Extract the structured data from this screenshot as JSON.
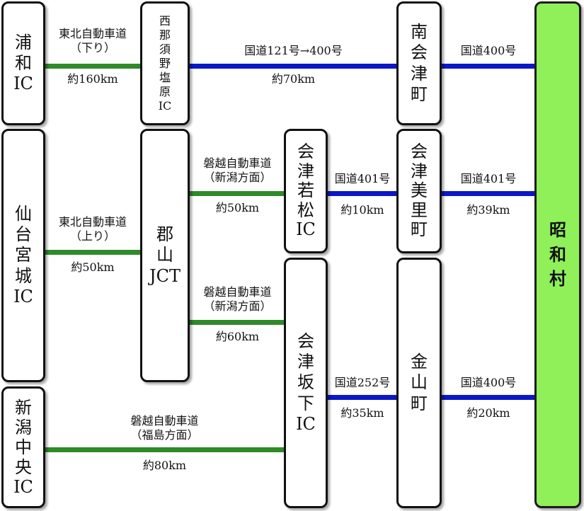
{
  "nodes": {
    "urawa": "浦\n和\nIC",
    "sendai": "仙\n台\n宮\n城\nIC",
    "niigata": "新\n潟\n中\n央\nIC",
    "nishinasuno": "西\n那\n須\n野\n塩\n原\nIC",
    "koriyama": "郡\n山\nJCT",
    "wakamatsu": "会\n津\n若\n松\nIC",
    "sakashita": "会\n津\n坂\n下\nIC",
    "minamiaizu": "南\n会\n津\n町",
    "misato": "会\n津\n美\n里\n町",
    "kaneyama": "金\n山\n町",
    "showa": "昭\n和\n村"
  },
  "routes": {
    "urawa_nishinasuno": {
      "road": "東北自動車道\n（下り）",
      "dist": "約160km",
      "color": "#2f8a2a"
    },
    "nishinasuno_minamiaizu": {
      "road": "国道121号→400号",
      "dist": "約70km",
      "color": "#0a18c8"
    },
    "minamiaizu_showa": {
      "road": "国道400号",
      "color": "#0a18c8"
    },
    "sendai_koriyama": {
      "road": "東北自動車道\n（上り）",
      "dist": "約50km",
      "color": "#2f8a2a"
    },
    "koriyama_wakamatsu": {
      "road": "磐越自動車道\n（新潟方面）",
      "dist": "約50km",
      "color": "#2f8a2a"
    },
    "koriyama_sakashita": {
      "road": "磐越自動車道\n（新潟方面）",
      "dist": "約60km",
      "color": "#2f8a2a"
    },
    "wakamatsu_misato": {
      "road": "国道401号",
      "dist": "約10km",
      "color": "#0a18c8"
    },
    "misato_showa": {
      "road": "国道401号",
      "dist": "約39km",
      "color": "#0a18c8"
    },
    "sakashita_kaneyama": {
      "road": "国道252号",
      "dist": "約35km",
      "color": "#0a18c8"
    },
    "kaneyama_showa": {
      "road": "国道400号",
      "dist": "約20km",
      "color": "#0a18c8"
    },
    "niigata_sakashita": {
      "road": "磐越自動車道\n（福島方面）",
      "dist": "約80km",
      "color": "#2f8a2a"
    }
  },
  "colors": {
    "expressway": "#2f8a2a",
    "national_road": "#0a18c8",
    "destination": "#8ff05a"
  }
}
